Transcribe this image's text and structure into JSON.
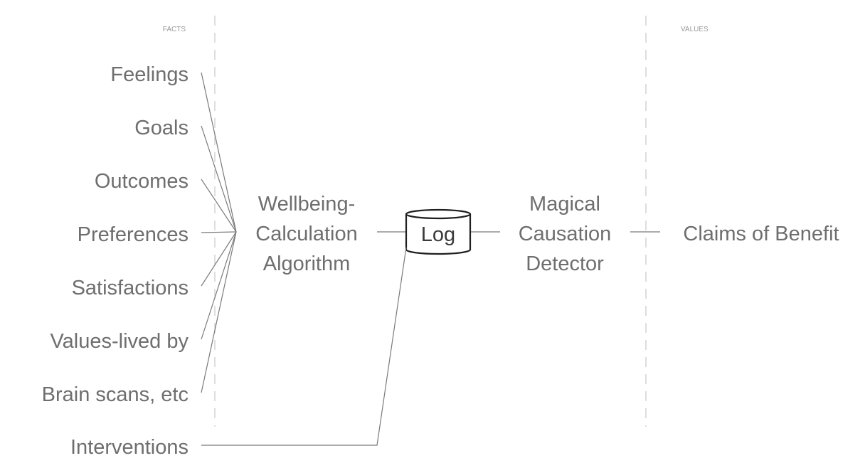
{
  "sections": {
    "facts_label": "FACTS",
    "values_label": "VALUES"
  },
  "inputs": [
    "Feelings",
    "Goals",
    "Outcomes",
    "Preferences",
    "Satisfactions",
    "Values-lived by",
    "Brain scans, etc"
  ],
  "interventions_label": "Interventions",
  "algorithm_node": {
    "lines": [
      "Wellbeing-",
      "Calculation",
      "Algorithm"
    ]
  },
  "log_node": {
    "label": "Log"
  },
  "detector_node": {
    "lines": [
      "Magical",
      "Causation",
      "Detector"
    ]
  },
  "output": {
    "label": "Claims of Benefit"
  }
}
